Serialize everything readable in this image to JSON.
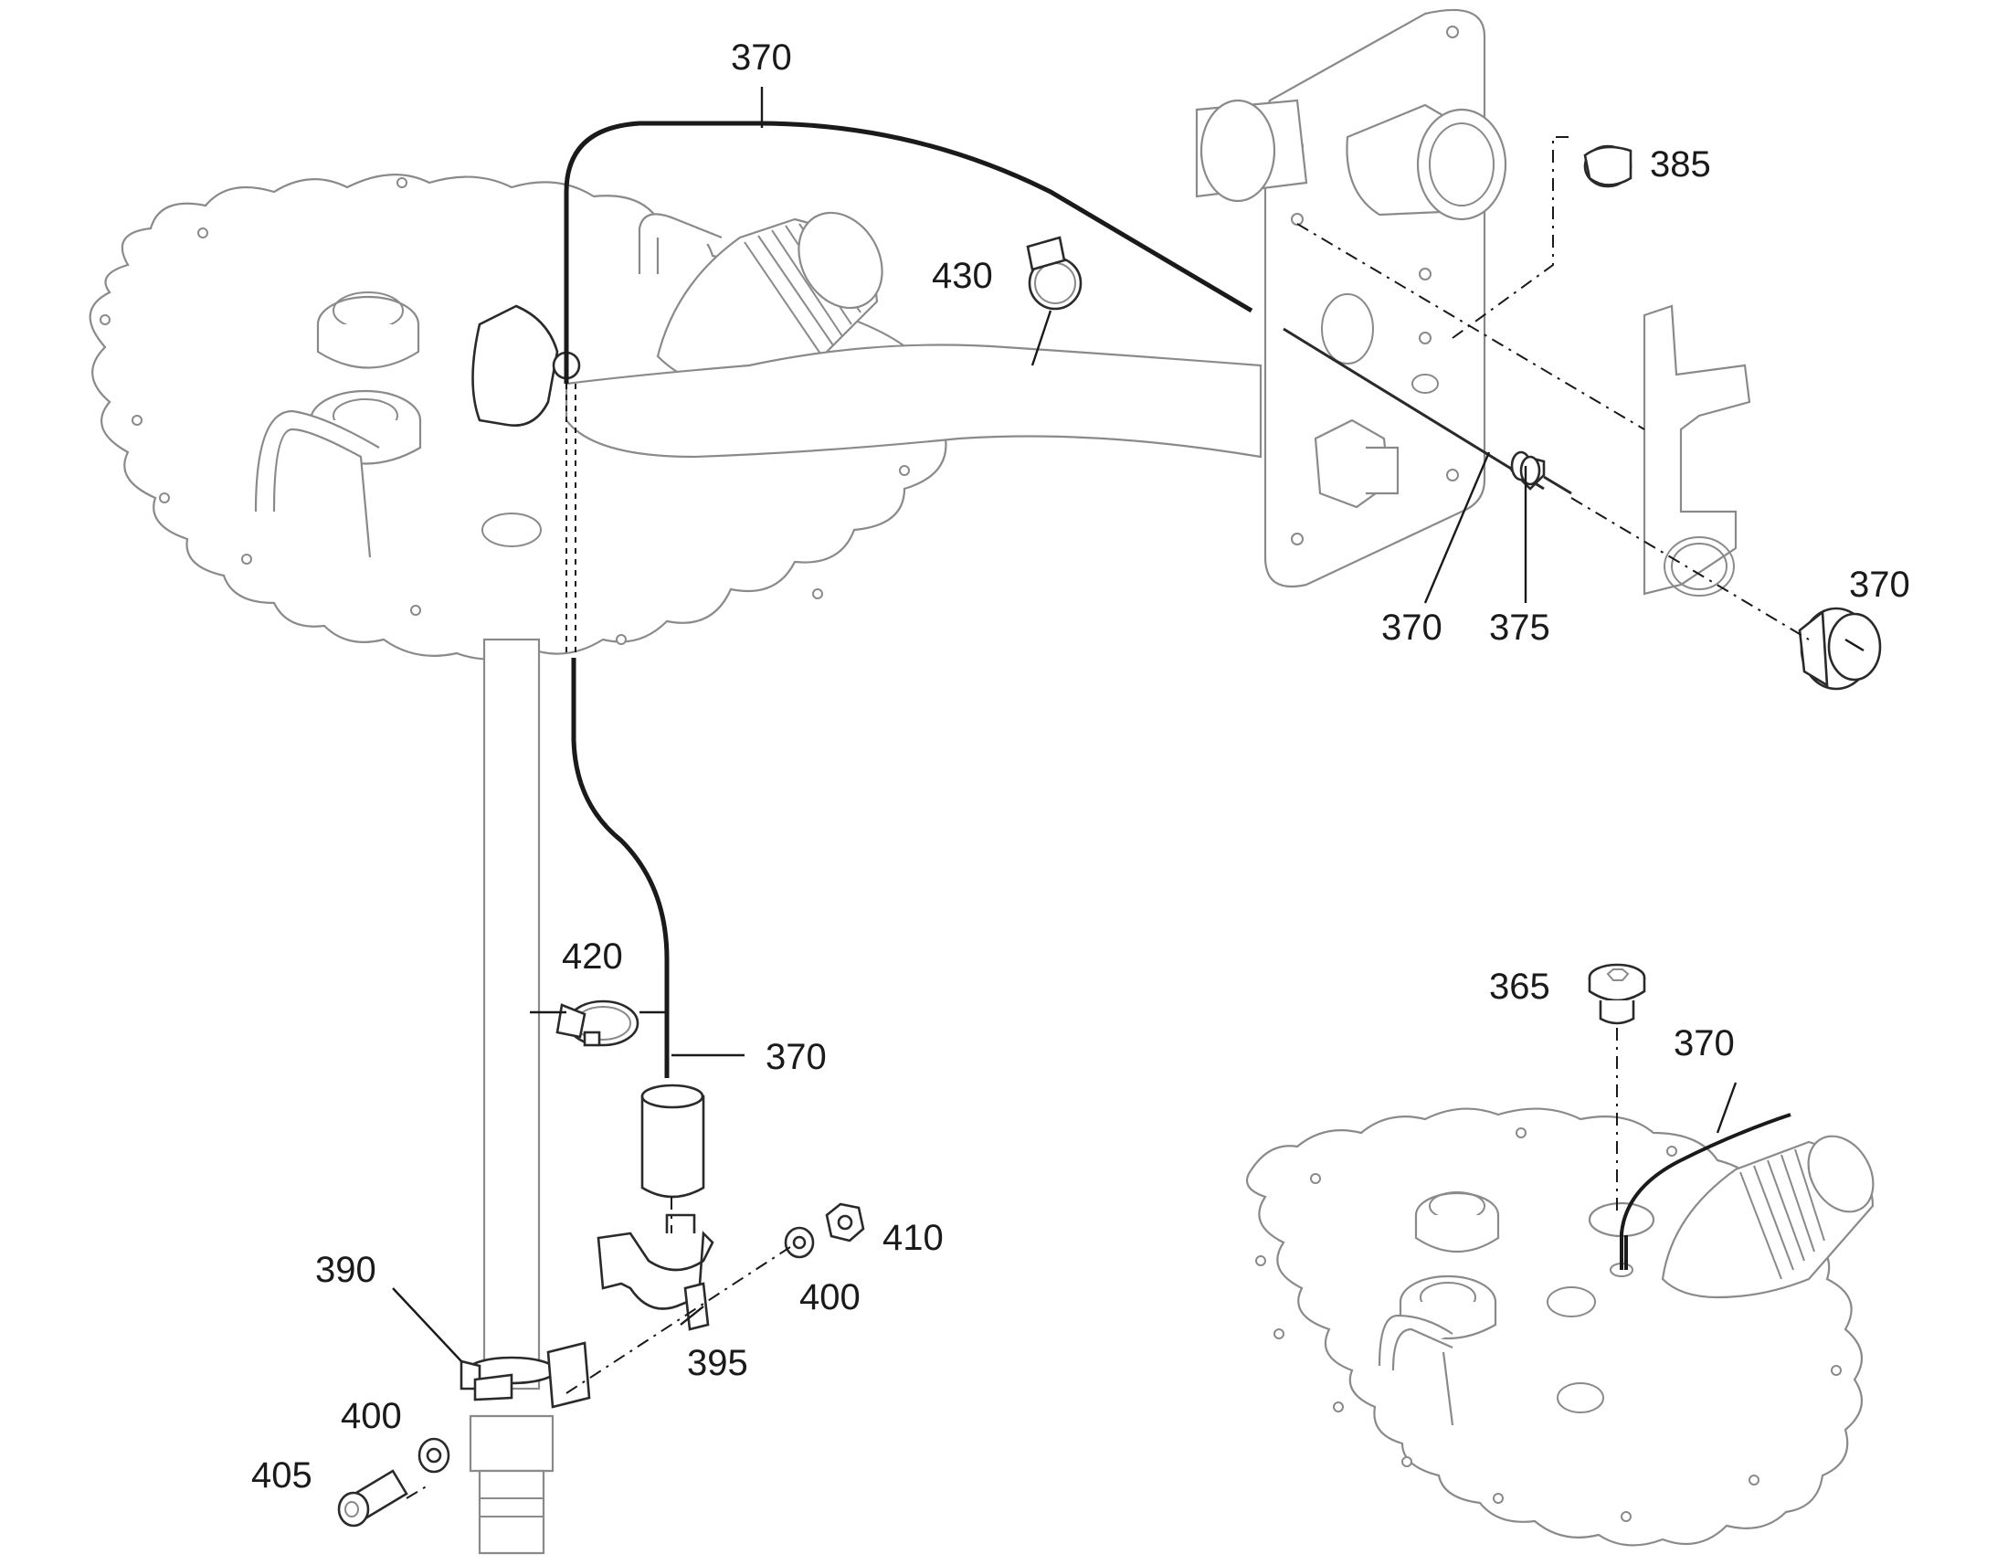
{
  "labels": {
    "c370_top": "370",
    "c385": "385",
    "c430": "430",
    "c370_right": "370",
    "c370_mid": "370",
    "c375": "375",
    "c420": "420",
    "c370_lower": "370",
    "c365": "365",
    "c370_inset": "370",
    "c410": "410",
    "c390": "390",
    "c400_right": "400",
    "c395": "395",
    "c400_left": "400",
    "c405": "405"
  },
  "colors": {
    "ink": "#1a1a1a",
    "part_outline": "#8a8a8a",
    "background": "#ffffff"
  }
}
